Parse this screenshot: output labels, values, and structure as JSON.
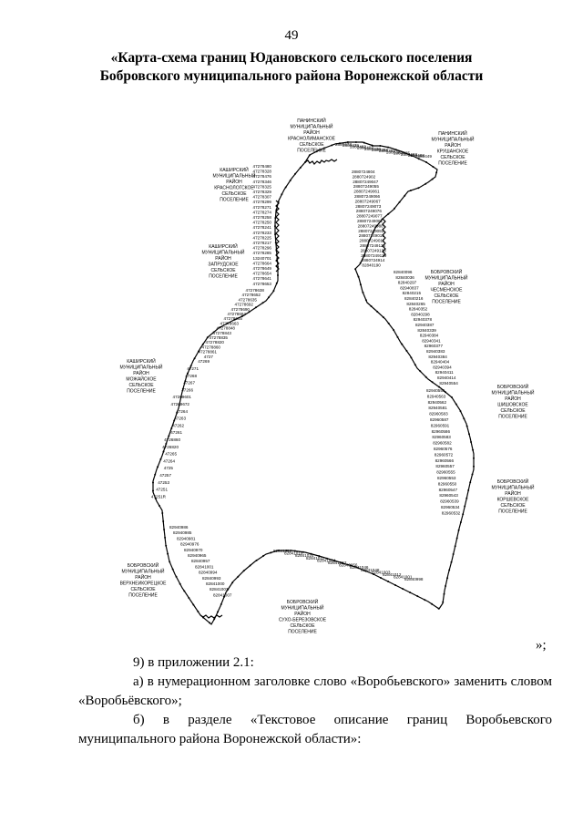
{
  "page_number": "49",
  "title_line1": "«Карта-схема границ Юдановского сельского поселения",
  "title_line2": "Бобровского муниципального района Воронежской области",
  "map": {
    "region_labels": {
      "panino_krasnolimanskoe": [
        "ПАНИНСКИЙ",
        "МУНИЦИПАЛЬНЫЙ",
        "РАЙОН",
        "КРАСНОЛИМАНСКОЕ",
        "СЕЛЬСКОЕ",
        "ПОСЕЛЕНИЕ"
      ],
      "panino_krushanskoe": [
        "ПАНИНСКИЙ",
        "МУНИЦИПАЛЬНЫЙ",
        "РАЙОН",
        "КРУШАНСКОЕ",
        "СЕЛЬСКОЕ",
        "ПОСЕЛЕНИЕ"
      ],
      "kashira_krasnologskoe": [
        "КАШИРСКИЙ",
        "МУНИЦИПАЛЬНЫЙ",
        "РАЙОН",
        "КРАСНОЛОГСКОЕ",
        "СЕЛЬСКОЕ",
        "ПОСЕЛЕНИЕ"
      ],
      "kashira_zaprudskoe": [
        "КАШИРСКИЙ",
        "МУНИЦИПАЛЬНЫЙ",
        "РАЙОН",
        "ЗАПРУДСКОЕ",
        "СЕЛЬСКОЕ",
        "ПОСЕЛЕНИЕ"
      ],
      "kashira_mozhajskoe": [
        "КАШИРСКИЙ",
        "МУНИЦИПАЛЬНЫЙ",
        "РАЙОН",
        "МОЖАЙСКОЕ",
        "СЕЛЬСКОЕ",
        "ПОСЕЛЕНИЕ"
      ],
      "bobrov_chesmenskoe": [
        "БОБРОВСКИЙ",
        "МУНИЦИПАЛЬНЫЙ",
        "РАЙОН",
        "ЧЕСМЕНСКОЕ",
        "СЕЛЬСКОЕ",
        "ПОСЕЛЕНИЕ"
      ],
      "bobrov_shishovskoe": [
        "БОБРОВСКИЙ",
        "МУНИЦИПАЛЬНЫЙ",
        "РАЙОН",
        "ШИШОВСКОЕ",
        "СЕЛЬСКОЕ",
        "ПОСЕЛЕНИЕ"
      ],
      "bobrov_korshevskoe": [
        "БОБРОВСКИЙ",
        "МУНИЦИПАЛЬНЫЙ",
        "РАЙОН",
        "КОРШЕВСКОЕ",
        "СЕЛЬСКОЕ",
        "ПОСЕЛЕНИЕ"
      ],
      "bobrov_verhneikoretskoe": [
        "БОБРОВСКИЙ",
        "МУНИЦИПАЛЬНЫЙ",
        "РАЙОН",
        "ВЕРХНЕИКОРЕЦКОЕ",
        "СЕЛЬСКОЕ",
        "ПОСЕЛЕНИЕ"
      ],
      "bobrov_suho_berezovskoe": [
        "БОБРОВСКИЙ",
        "МУНИЦИПАЛЬНЫЙ",
        "РАЙОН",
        "СУХО-БЕРЕЗОВСКОЕ",
        "СЕЛЬСКОЕ",
        "ПОСЕЛЕНИЕ"
      ]
    },
    "point_labels": {
      "top": [
        "2880473",
        "2880439",
        "2880462",
        "2880403",
        "2880430",
        "2880392",
        "2880391",
        "2880383",
        "2880485",
        "2880463",
        "2880488",
        "2880449"
      ],
      "left_column": [
        "47278480",
        "47278328",
        "47278476",
        "47278346",
        "47278325",
        "47278329",
        "47278307",
        "47278299",
        "47278271",
        "47278274",
        "47278258",
        "47278250",
        "47278241",
        "47278233",
        "47278225",
        "47278217",
        "47278296",
        "47278285",
        "13240701",
        "47278664",
        "47278649",
        "47278654",
        "47278641",
        "47278653",
        "47278638",
        "47278652",
        "47278635",
        "47278692",
        "47278690",
        "47278664",
        "47278665",
        "47278663",
        "47278848",
        "47278843",
        "47278835",
        "47278820",
        "47278860",
        "47278861",
        "4727",
        "47269",
        "47271",
        "47268",
        "47267",
        "47266",
        "47269601",
        "47269672",
        "47264",
        "47263",
        "47262",
        "47261",
        "4726860",
        "4726820",
        "47265",
        "47264",
        "4725",
        "47257",
        "47253",
        "47251",
        "47251R"
      ],
      "right_column": [
        "2880724804",
        "2880724902",
        "28807249047",
        "28807249055",
        "28807249061",
        "28807249066",
        "28807249067",
        "28807249073",
        "28807249076",
        "28807249077",
        "28807249081",
        "28807249088",
        "28807249092",
        "28807249015",
        "28807249011",
        "28807249125",
        "28807249133",
        "28807249139",
        "2880724914",
        "82840190",
        "82840096",
        "82840036",
        "82840297",
        "82940837",
        "82840215",
        "82840216",
        "82840265",
        "82840352",
        "82840298",
        "82940378",
        "82940387",
        "82840339",
        "82940384",
        "82940341",
        "82960377",
        "82940383",
        "82940384",
        "82940404",
        "82940394",
        "82940411",
        "82940414",
        "82940554",
        "82940555",
        "82940563",
        "82940562",
        "82940581",
        "82960583",
        "82960587",
        "82960591",
        "82960586",
        "82960583",
        "82960582",
        "82960576",
        "82960572",
        "82960566",
        "82960557",
        "82960555",
        "82960553",
        "82960550",
        "82960547",
        "82960543",
        "82960539",
        "82960534",
        "82960532"
      ],
      "bottom": [
        "82940986",
        "82940985",
        "82940981",
        "82940976",
        "82940970",
        "82940965",
        "82840957",
        "82841001",
        "82840994",
        "82840993",
        "82841000",
        "82841003",
        "82841007",
        "82841010",
        "82841016",
        "82841024",
        "82841011",
        "82841004",
        "82841012",
        "82840956",
        "82841046",
        "82841048",
        "82841003",
        "82841012",
        "82841001",
        "82840998"
      ]
    }
  },
  "closing_mark": "»;",
  "paragraph_9": "9) в приложении 2.1:",
  "paragraph_a": "а) в нумерационном заголовке слово «Воробьевского» заменить словом «Воробьёвского»;",
  "paragraph_b": "б) в разделе «Текстовое описание границ Воробьевского муниципального района Воронежской области»:"
}
